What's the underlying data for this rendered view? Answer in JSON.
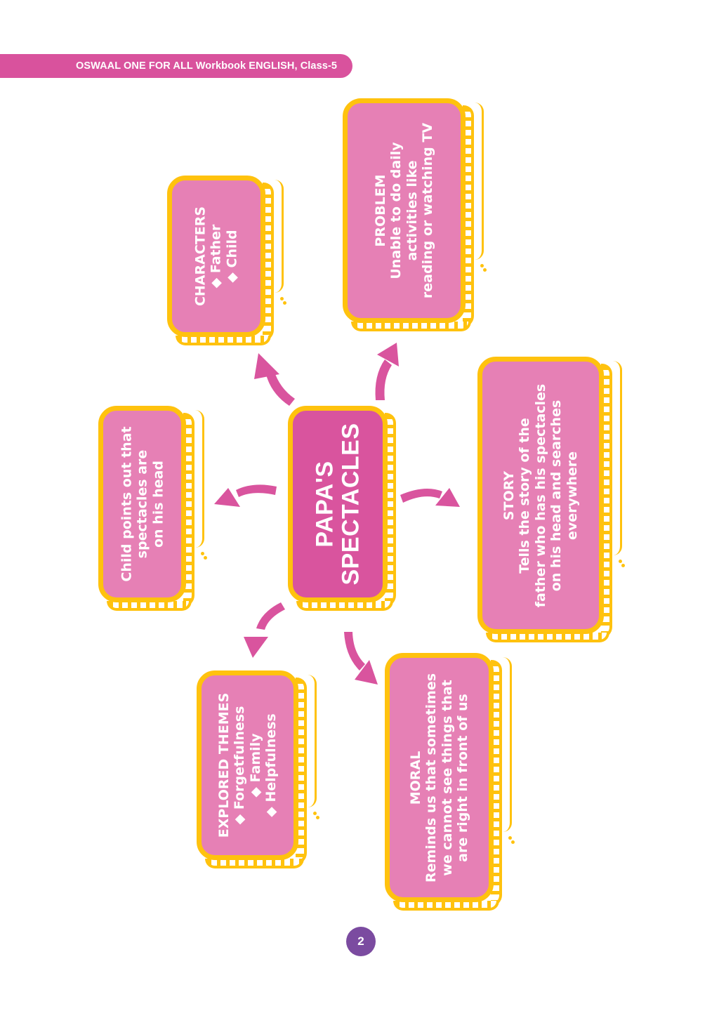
{
  "header": {
    "title": "OSWAAL ONE FOR ALL Workbook ENGLISH, Class-5"
  },
  "colors": {
    "header_bar": "#D9529D",
    "node_fill": "#E680B5",
    "center_fill": "#D9549E",
    "border_yellow": "#FFC20E",
    "arrow": "#D9549E",
    "page_badge": "#7B4BA0"
  },
  "mind_map": {
    "center": {
      "lines": [
        "PAPA'S",
        "SPECTACLES"
      ]
    },
    "nodes": {
      "characters": {
        "heading": "CHARACTERS",
        "lines": [
          "◆ Father",
          "◆ Child"
        ]
      },
      "problem": {
        "heading": "PROBLEM",
        "lines": [
          "Unable to do daily",
          "activities like",
          "reading or watching TV"
        ]
      },
      "resolution": {
        "heading": "",
        "lines": [
          "Child points out that",
          "spectacles are",
          "on his head"
        ]
      },
      "story": {
        "heading": "STORY",
        "lines": [
          "Tells the story of the",
          "father who has his spectacles",
          "on his head and searches",
          "everywhere"
        ]
      },
      "themes": {
        "heading": "EXPLORED THEMES",
        "lines": [
          "◆ Forgetfulness",
          "◆ Family",
          "◆ Helpfulness"
        ]
      },
      "moral": {
        "heading": "MORAL",
        "lines": [
          "Reminds us that sometimes",
          "we cannot see things that",
          "are right in front of us"
        ]
      }
    },
    "arrows": [
      {
        "from": "center",
        "to": "characters"
      },
      {
        "from": "center",
        "to": "problem"
      },
      {
        "from": "center",
        "to": "resolution"
      },
      {
        "from": "center",
        "to": "story"
      },
      {
        "from": "center",
        "to": "themes"
      },
      {
        "from": "center",
        "to": "moral"
      }
    ]
  },
  "footer": {
    "page_number": "2"
  }
}
